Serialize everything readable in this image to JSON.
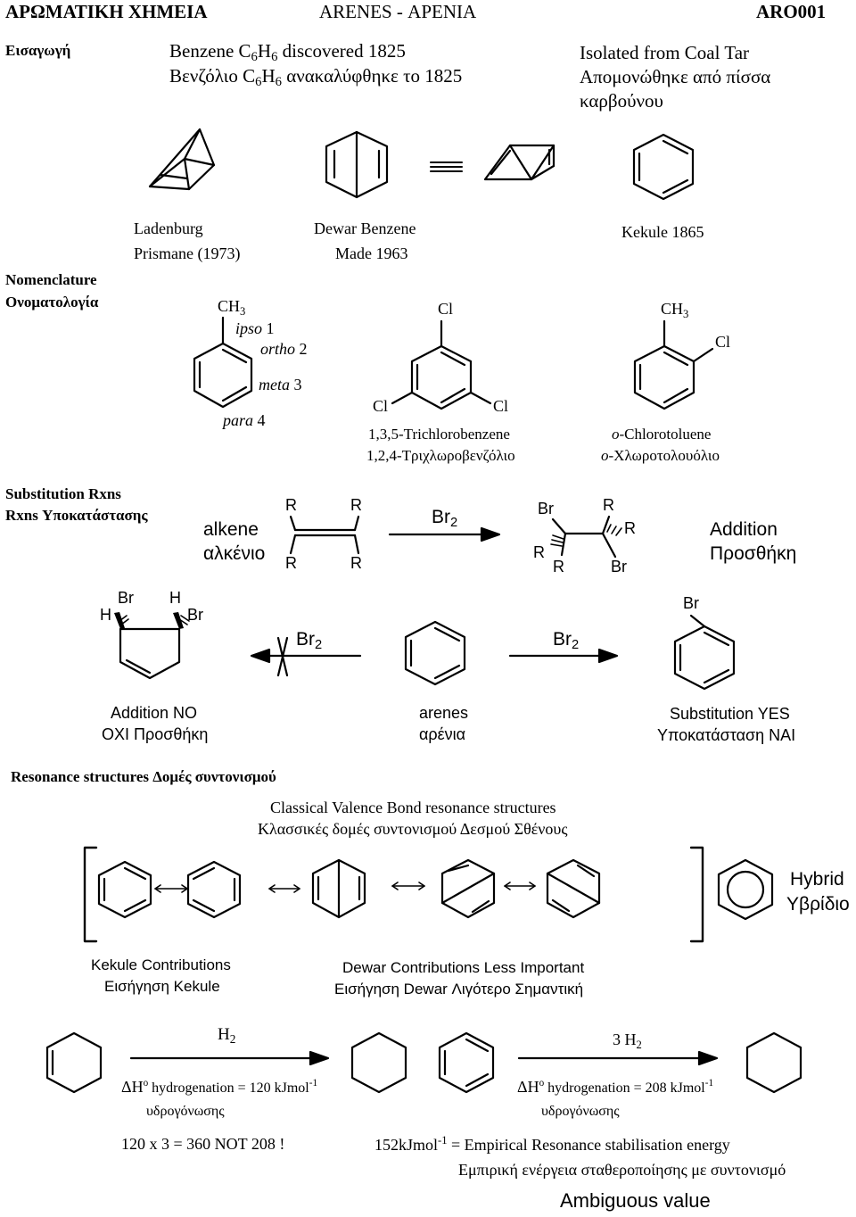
{
  "header": {
    "left": "ΑΡΩΜΑΤΙΚΗ ΧΗΜΕΙΑ",
    "center": "ARENES - ΑΡΕΝΙΑ",
    "code": "ARO001"
  },
  "intro": {
    "label": "Εισαγωγή",
    "en_pre": "Benzene C",
    "en_mid": "H",
    "en_post": " discovered 1825",
    "gr_pre": "Βενζόλιο C",
    "gr_mid": "H",
    "gr_post": " ανακαλύφθηκε το 1825",
    "sub6": "6",
    "isolated_en": "Isolated from Coal Tar",
    "isolated_gr1": "Απομονώθηκε από πίσσα",
    "isolated_gr2": "καρβούνου"
  },
  "isomers": {
    "ladenburg": "Ladenburg",
    "prismane": "Prismane (1973)",
    "dewar": "Dewar Benzene",
    "made": "Made 1963",
    "kekule": "Kekule 1865"
  },
  "nomenclature": {
    "label_en": "Nomenclature",
    "label_gr": "Ονοματολογία",
    "ch": "CH",
    "three": "3",
    "ipso": "ipso",
    "one": " 1",
    "ortho": "ortho",
    "two": " 2",
    "meta": "meta",
    "three_num": " 3",
    "para": "para",
    "four": " 4",
    "cl": "Cl",
    "tcb_en": "1,3,5-Trichlorobenzene",
    "tcb_gr": "1,2,4-Τριχλωροβενζόλιο",
    "o": "o",
    "oct_en": "-Chlorotoluene",
    "oct_gr": "-Χλωροτολουόλιο"
  },
  "substitution": {
    "label_en": "Substitution Rxns",
    "label_gr": "Rxns Υποκατάστασης",
    "alkene_en": "alkene",
    "alkene_gr": "αλκένιο",
    "r": "R",
    "br": "Br",
    "h": "H",
    "br2": "Br",
    "two": "2",
    "addition_en": "Addition",
    "addition_gr": "Προσθήκη",
    "add_no_en": "Addition NO",
    "add_no_gr": "ΟΧΙ Προσθήκη",
    "arenes_en": "arenes",
    "arenes_gr": "αρένια",
    "subs_yes_en": "Substitution YES",
    "subs_yes_gr": "Υποκατάσταση ΝΑΙ"
  },
  "resonance": {
    "label": "Resonance structures Δομές συντονισμού",
    "classical_en": "Classical Valence Bond resonance structures",
    "classical_gr": "Κλασσικές δομές συντονισμού Δεσμού Σθένους",
    "hybrid_en": "Hybrid",
    "hybrid_gr": "Υβρίδιο",
    "kekule_en": "Kekule Contributions",
    "kekule_gr": "Εισήγηση Kekule",
    "dewar_en": "Dewar Contributions Less Important",
    "dewar_gr": "Εισήγηση Dewar Λιγότερο Σημαντική"
  },
  "hydrogenation": {
    "h2_pre": "H",
    "h2_sub": "2",
    "h2x3_pre": "3 H",
    "dh": "ΔH",
    "o": "o",
    "hyd1": " hydrogenation = 120 kJmol",
    "hyd2": " hydrogenation = 208 kJmol",
    "neg1": "-1",
    "gr": "υδρογόνωσης",
    "calc": "120 x 3 = 360  NOT 208 !",
    "emp_pre": "152kJmol",
    "emp_post": " = Empirical Resonance stabilisation energy",
    "emp_gr": "Εμπιρική ενέργεια σταθεροποίησης με συντονισμό",
    "ambiguous": "Ambiguous value"
  }
}
